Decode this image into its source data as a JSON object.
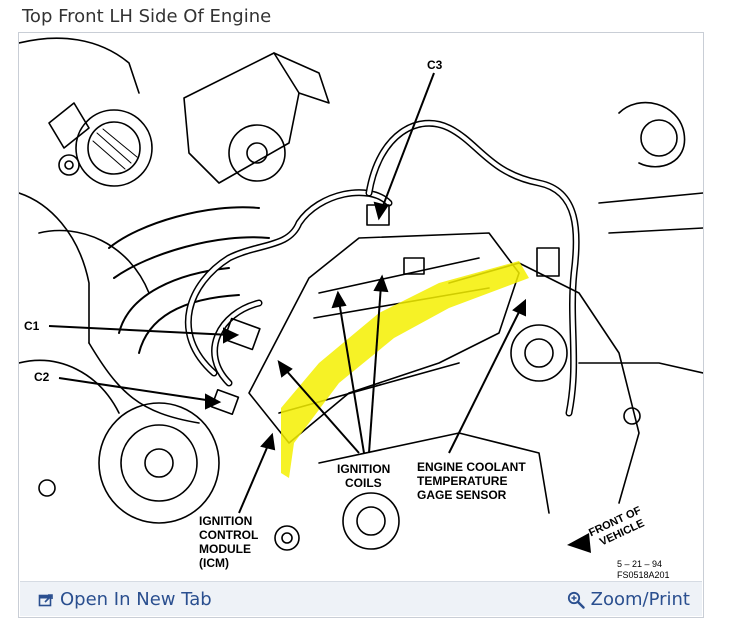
{
  "title": "Top Front LH Side Of Engine",
  "labels": {
    "c3": "C3",
    "c1": "C1",
    "c2": "C2",
    "ignition_coils_1": "IGNITION",
    "ignition_coils_2": "COILS",
    "ecs_1": "ENGINE COOLANT",
    "ecs_2": "TEMPERATURE",
    "ecs_3": "GAGE SENSOR",
    "icm_1": "IGNITION",
    "icm_2": "CONTROL",
    "icm_3": "MODULE",
    "icm_4": "(ICM)",
    "front_1": "FRONT OF",
    "front_2": "VEHICLE",
    "date": "5 – 21 – 94",
    "fig_id": "FS0518A201"
  },
  "footer": {
    "open_label": "Open In New Tab",
    "zoom_label": "Zoom/Print"
  },
  "colors": {
    "highlight": "#f5f000",
    "link": "#2a4f8f"
  },
  "icons": {
    "open": "external-link-icon",
    "zoom": "magnifier-icon"
  }
}
